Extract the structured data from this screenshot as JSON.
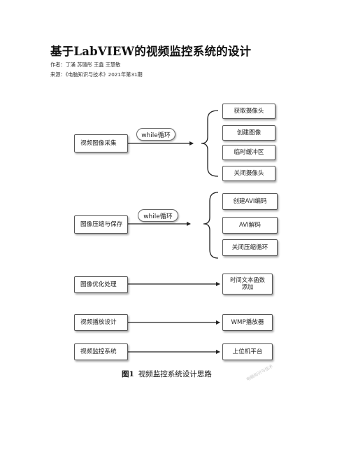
{
  "article": {
    "title": "基于LabVIEW的视频监控系统的设计",
    "authors": "作者：丁涌 苏璐彤 王鑫 王慧敏",
    "source": "来源：《电脑知识与技术》2021年第31期"
  },
  "figure": {
    "caption_number": "图1",
    "caption_text": "视频监控系统设计思路",
    "watermark": "电脑知识与技术",
    "group1": {
      "source": "视频图像采集",
      "loop_label": "while循环",
      "items": [
        "获取摄像头",
        "创建图像",
        "临时缓冲区",
        "关闭摄像头"
      ]
    },
    "group2": {
      "source": "图像压缩与保存",
      "loop_label": "while循环",
      "items": [
        "创建AVI编码",
        "AVI解码",
        "关闭压缩循环"
      ]
    },
    "rows": [
      {
        "source": "图像优化处理",
        "target": "时间文本函数添加"
      },
      {
        "source": "视频播放设计",
        "target": "WMP播放器"
      },
      {
        "source": "视频监控系统",
        "target": "上位机平台"
      }
    ]
  }
}
